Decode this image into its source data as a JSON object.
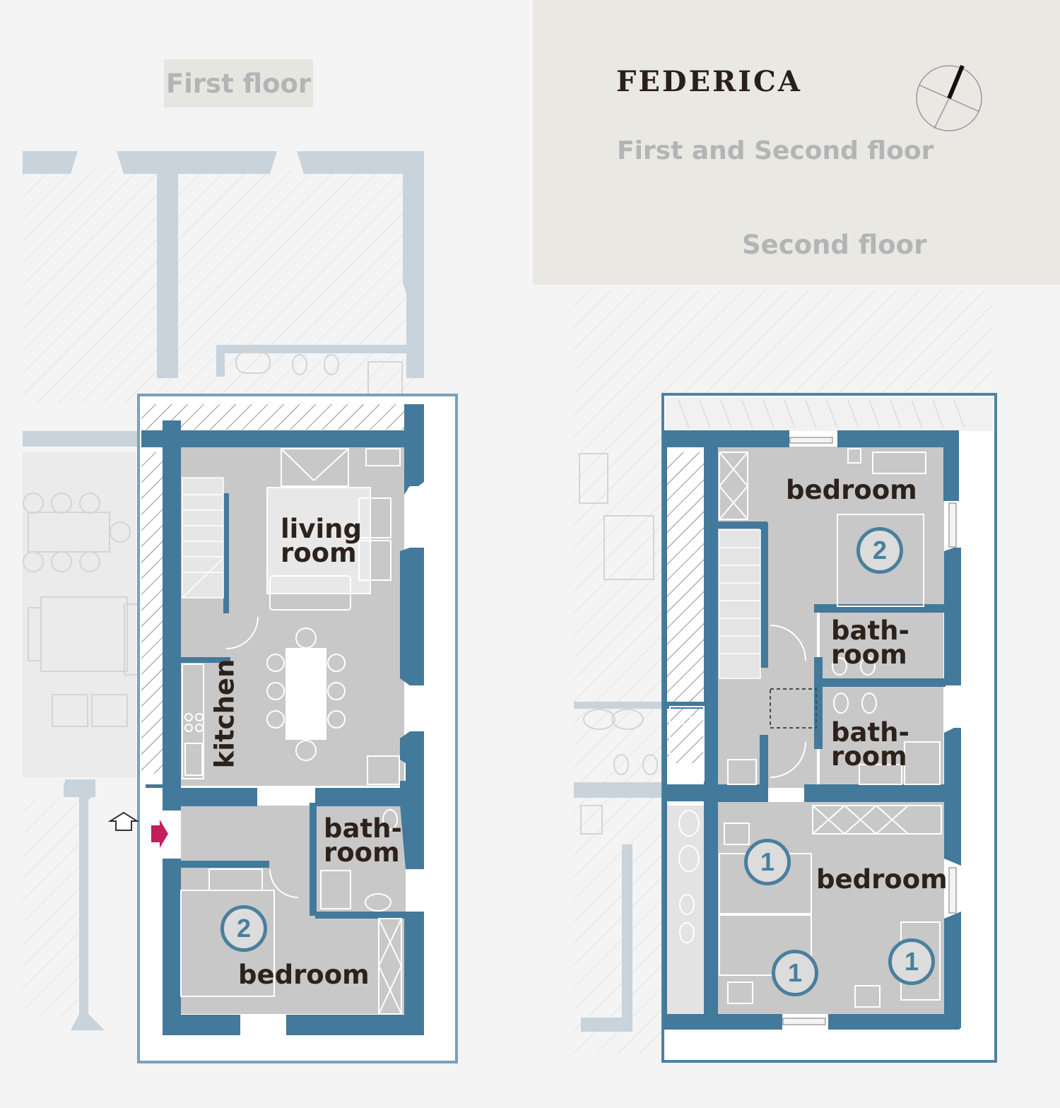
{
  "header": {
    "title": "FEDERICA",
    "subtitle": "First and Second floor"
  },
  "floors": {
    "first": {
      "label": "First floor",
      "rooms": {
        "living": "living\nroom",
        "kitchen": "kitchen",
        "bathroom": "bath-\nroom",
        "bedroom": "bedroom",
        "bedroom_beds": "2"
      }
    },
    "second": {
      "label": "Second floor",
      "rooms": {
        "bedroom_top": "bedroom",
        "bedroom_top_beds": "2",
        "bathroom_upper": "bath-\nroom",
        "bathroom_lower": "bath-\nroom",
        "bedroom_bottom": "bedroom",
        "bed_a": "1",
        "bed_b": "1",
        "bed_c": "1"
      }
    }
  },
  "colors": {
    "wall": "#43799b",
    "floor": "#c8c8c8",
    "outline": "#7ba1ba",
    "text": "#2d221b",
    "entrance_arrow": "#c21f5c"
  },
  "icons": [
    "compass-icon",
    "entrance-arrow-icon",
    "access-arrow-icon"
  ]
}
